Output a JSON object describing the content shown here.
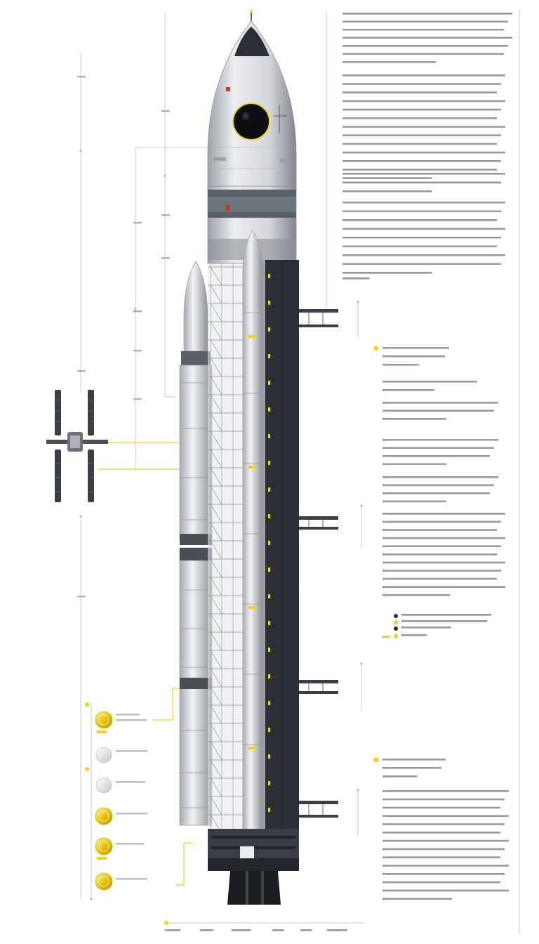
{
  "colors": {
    "background": "#ffffff",
    "hull_light": "#d7d9dc",
    "hull_mid": "#a9adb3",
    "hull_dark": "#2b2f36",
    "accent_yellow": "#f2d21b",
    "text_grey": "#8a8a8a",
    "guide_line": "#c8c8c8"
  },
  "icons": {
    "satellite": "satellite-icon",
    "coins": [
      "coin-icon",
      "coin-icon",
      "coin-icon",
      "coin-icon",
      "coin-icon",
      "coin-icon"
    ],
    "legend_bullets": [
      "dark-dot",
      "yellow-dot",
      "dark-dot",
      "yellow-bar"
    ]
  }
}
